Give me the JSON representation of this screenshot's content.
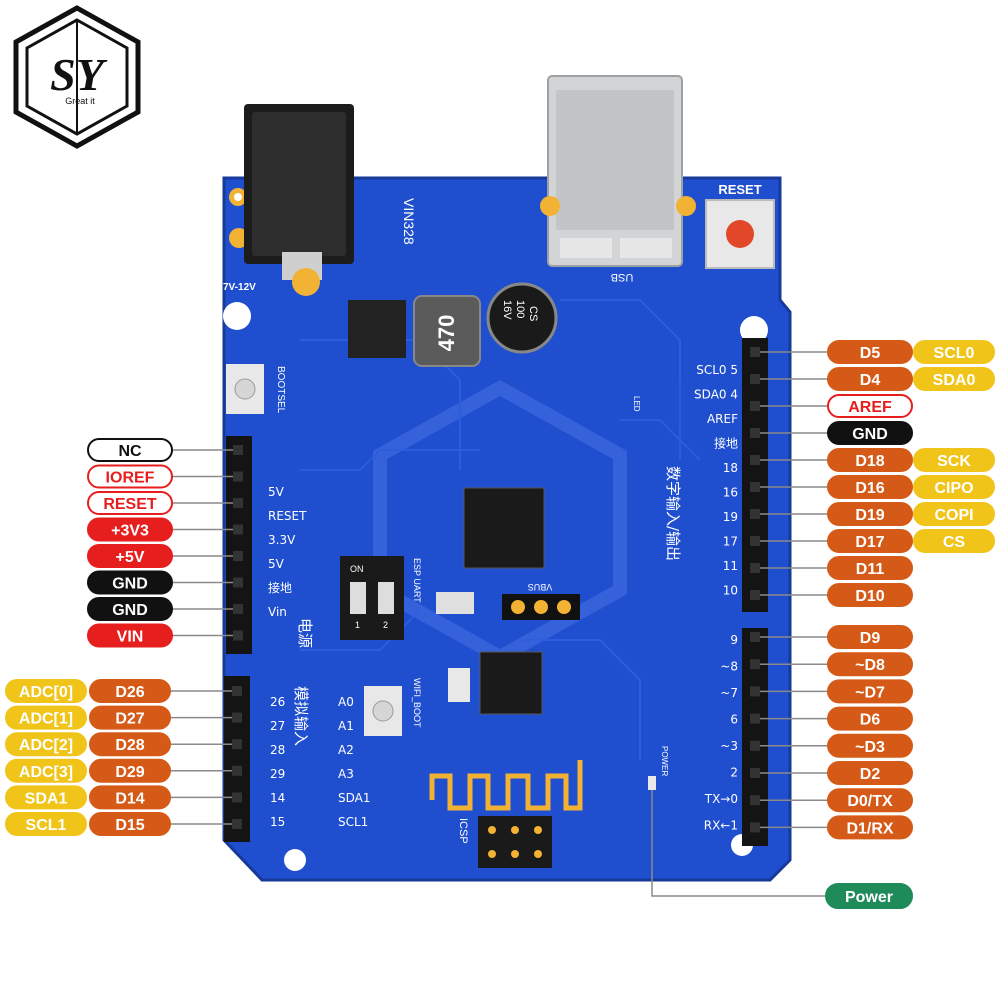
{
  "logo": {
    "letters": "SY",
    "tagline": "Great it"
  },
  "colors": {
    "board": "#1f4fcf",
    "board_edge": "#1a3fa8",
    "digital": "#d65a17",
    "alt": "#f0c419",
    "power_red": "#e61e1e",
    "black": "#111111",
    "power_green": "#1f8a5a",
    "outline_red": "#e61e1e"
  },
  "board": {
    "reset_label": "RESET",
    "usb_label": "USB",
    "power_jack_voltage": "7V-12V",
    "inductor_value": "470",
    "capacitor_text": [
      "CS",
      "100",
      "16V"
    ],
    "vin_text": "VIN328",
    "bootsel": "BOOTSEL",
    "esp_uart": "ESP UART",
    "wifi_boot": "WIFI_BOOT",
    "icsp": "ICSP",
    "vbus": "VBUS",
    "power_silk": "POWER",
    "led_silk": "LED",
    "dip_on": "ON",
    "dip_1": "1",
    "dip_2": "2",
    "digital_io_chinese": "数字输入/输出",
    "analog_chinese": "模拟输入",
    "power_chinese": "电源",
    "left_power_silk": [
      "5V",
      "RESET",
      "3.3V",
      "5V",
      "接地",
      "Vin"
    ],
    "left_analog_silk": [
      {
        "num": "26",
        "name": "A0"
      },
      {
        "num": "27",
        "name": "A1"
      },
      {
        "num": "28",
        "name": "A2"
      },
      {
        "num": "29",
        "name": "A3"
      },
      {
        "num": "14",
        "name": "SDA1"
      },
      {
        "num": "15",
        "name": "SCL1"
      }
    ],
    "right_top_silk": [
      "SCL0 5",
      "SDA0 4",
      "AREF",
      "接地",
      "18",
      "16",
      "19",
      "17",
      "11",
      "10"
    ],
    "right_bottom_silk": [
      "9",
      "~8",
      "~7",
      "6",
      "~3",
      "2",
      "TX→0",
      "RX←1"
    ]
  },
  "left_power_pins": [
    {
      "label": "NC",
      "style": "outline-black"
    },
    {
      "label": "IOREF",
      "style": "outline-red"
    },
    {
      "label": "RESET",
      "style": "outline-red"
    },
    {
      "label": "+3V3",
      "style": "red"
    },
    {
      "label": "+5V",
      "style": "red"
    },
    {
      "label": "GND",
      "style": "black"
    },
    {
      "label": "GND",
      "style": "black"
    },
    {
      "label": "VIN",
      "style": "red"
    }
  ],
  "left_analog_pins": [
    {
      "alt": "ADC[0]",
      "label": "D26"
    },
    {
      "alt": "ADC[1]",
      "label": "D27"
    },
    {
      "alt": "ADC[2]",
      "label": "D28"
    },
    {
      "alt": "ADC[3]",
      "label": "D29"
    },
    {
      "alt": "SDA1",
      "label": "D14"
    },
    {
      "alt": "SCL1",
      "label": "D15"
    }
  ],
  "right_top_pins": [
    {
      "label": "D5",
      "alt": "SCL0",
      "style": "digital"
    },
    {
      "label": "D4",
      "alt": "SDA0",
      "style": "digital"
    },
    {
      "label": "AREF",
      "alt": "",
      "style": "outline-red"
    },
    {
      "label": "GND",
      "alt": "",
      "style": "black"
    },
    {
      "label": "D18",
      "alt": "SCK",
      "style": "digital"
    },
    {
      "label": "D16",
      "alt": "CIPO",
      "style": "digital"
    },
    {
      "label": "D19",
      "alt": "COPI",
      "style": "digital"
    },
    {
      "label": "D17",
      "alt": "CS",
      "style": "digital"
    },
    {
      "label": "D11",
      "alt": "",
      "style": "digital"
    },
    {
      "label": "D10",
      "alt": "",
      "style": "digital"
    }
  ],
  "right_bottom_pins": [
    {
      "label": "D9"
    },
    {
      "label": "~D8"
    },
    {
      "label": "~D7"
    },
    {
      "label": "D6"
    },
    {
      "label": "~D3"
    },
    {
      "label": "D2"
    },
    {
      "label": "D0/TX"
    },
    {
      "label": "D1/RX"
    }
  ],
  "power_led_label": "Power"
}
